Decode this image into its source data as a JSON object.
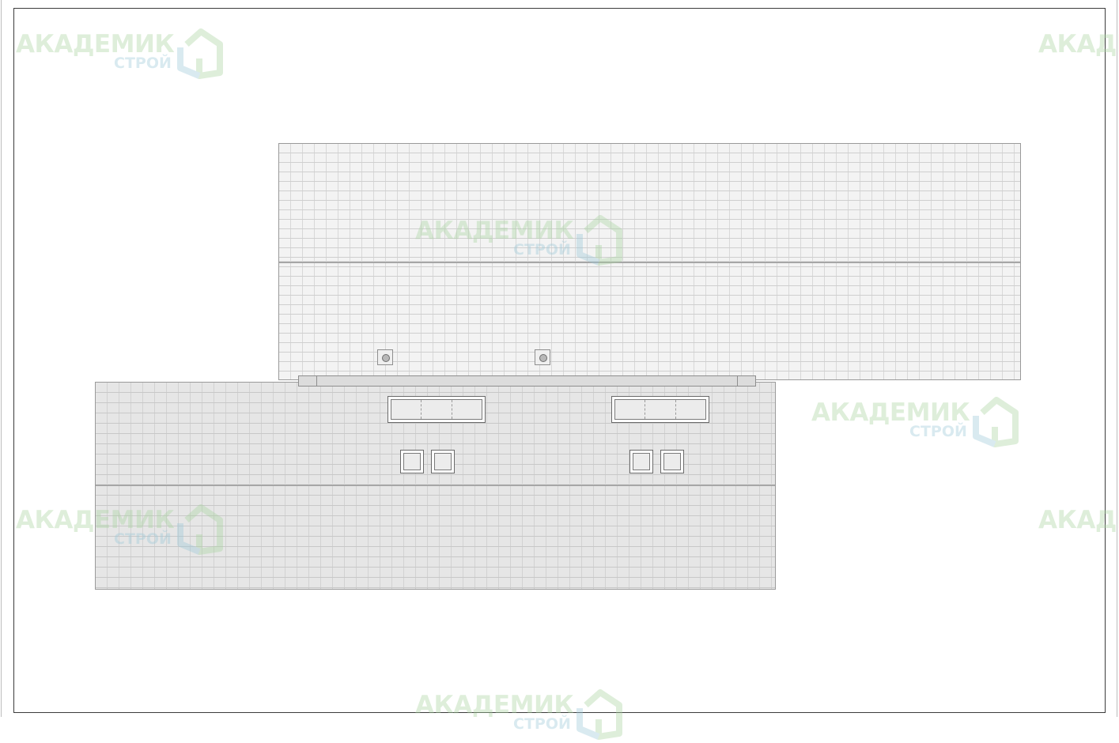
{
  "watermark": {
    "brand_main": "АКАДЕМИК",
    "brand_sub": "СТРОЙ",
    "logo_icon": "house-outline-icon",
    "colors": {
      "main": "#a9d4a0",
      "sub": "#9cc9d8"
    }
  },
  "drawing": {
    "view": "roof-plan",
    "roofs": [
      {
        "name": "upper-roof",
        "fill": "#f3f3f3",
        "vents": 2
      },
      {
        "name": "lower-roof",
        "fill": "#e6e6e6",
        "dormer_windows": 2,
        "skylights": 4
      }
    ],
    "colors": {
      "frame": "#3c3c3c",
      "outline": "#9a9a9a"
    }
  }
}
